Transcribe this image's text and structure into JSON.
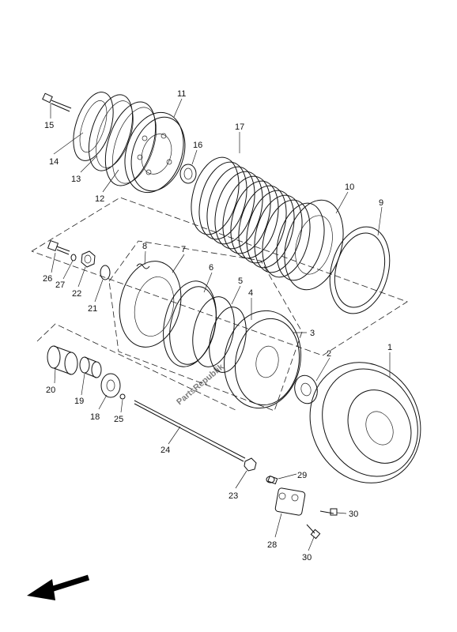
{
  "diagram": {
    "callouts": [
      "1",
      "2",
      "3",
      "4",
      "5",
      "6",
      "7",
      "8",
      "9",
      "10",
      "11",
      "12",
      "13",
      "14",
      "15",
      "16",
      "17",
      "18",
      "19",
      "20",
      "21",
      "22",
      "23",
      "24",
      "25",
      "26",
      "27",
      "28",
      "29",
      "30",
      "30"
    ],
    "watermark": "PartsRepublik",
    "front_arrow_icon": "arrow-left-down-icon"
  }
}
